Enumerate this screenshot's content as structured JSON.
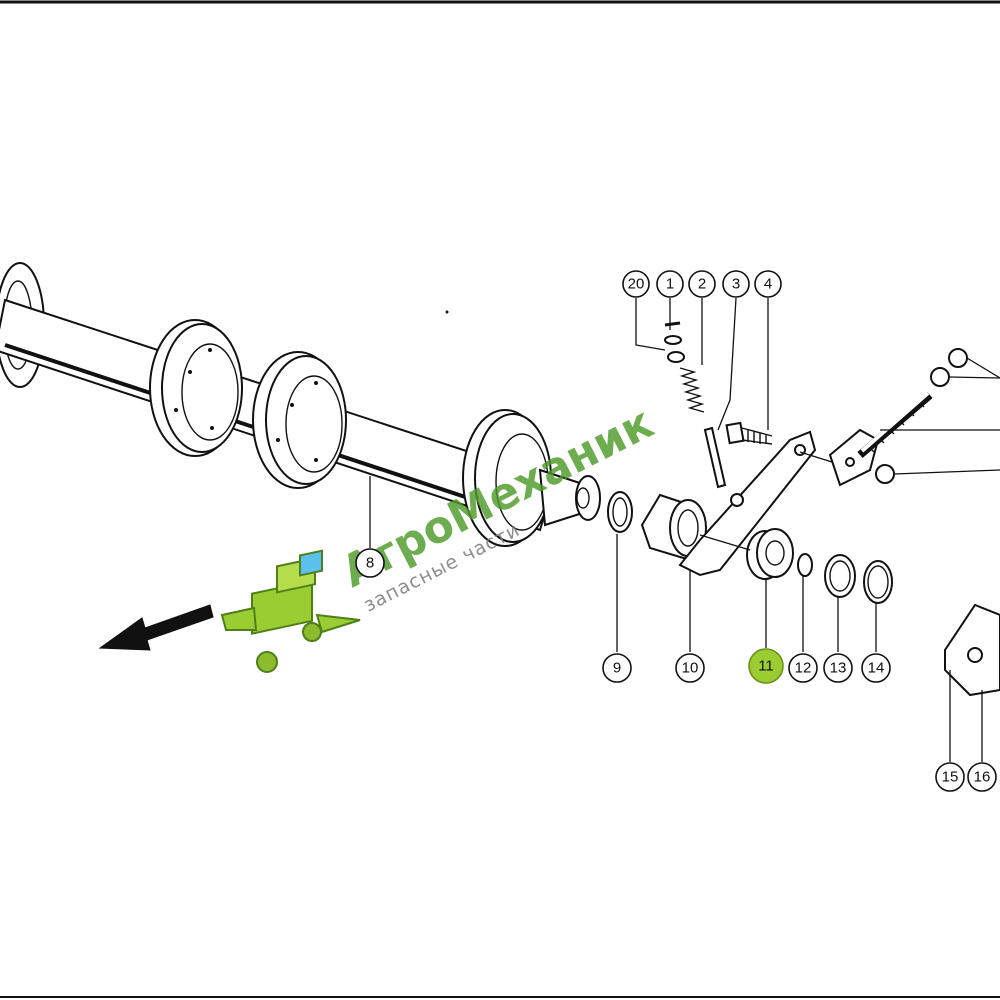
{
  "diagram": {
    "part_labels": [
      "20",
      "1",
      "2",
      "3",
      "4",
      "9",
      "10",
      "11",
      "12",
      "13",
      "14",
      "15",
      "16",
      "8"
    ],
    "highlighted_label": "11"
  },
  "watermark": {
    "brand_text": "АгроМеханик",
    "sub_text": "запасные части",
    "brand_color": "#4f9a2a"
  },
  "colors": {
    "line": "#111111",
    "highlight": "#9acd32",
    "background": "#ffffff"
  }
}
